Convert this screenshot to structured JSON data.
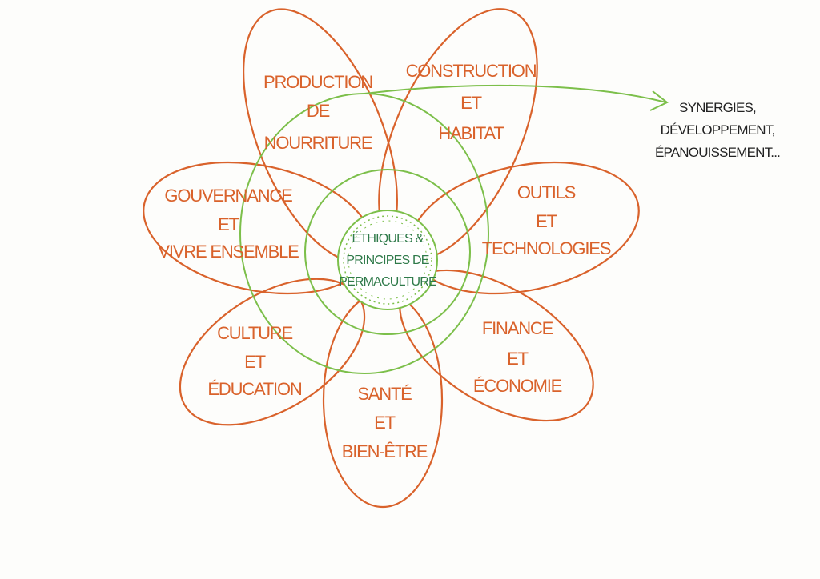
{
  "center": {
    "lines": [
      "ÉTHIQUES &",
      "PRINCIPES DE",
      "PERMACULTURE"
    ]
  },
  "petals": [
    {
      "name": "production",
      "lines": [
        "PRODUCTION",
        "DE",
        "NOURRITURE"
      ]
    },
    {
      "name": "construction",
      "lines": [
        "CONSTRUCTION",
        "ET",
        "HABITAT"
      ]
    },
    {
      "name": "outils",
      "lines": [
        "OUTILS",
        "ET",
        "TECHNOLOGIES"
      ]
    },
    {
      "name": "finance",
      "lines": [
        "FINANCE",
        "ET",
        "ÉCONOMIE"
      ]
    },
    {
      "name": "sante",
      "lines": [
        "SANTÉ",
        "ET",
        "BIEN-ÊTRE"
      ]
    },
    {
      "name": "culture",
      "lines": [
        "CULTURE",
        "ET",
        "ÉDUCATION"
      ]
    },
    {
      "name": "gouvernance",
      "lines": [
        "GOUVERNANCE",
        "ET",
        "VIVRE ENSEMBLE"
      ]
    }
  ],
  "outcome": {
    "lines": [
      "SYNERGIES,",
      "DÉVELOPPEMENT,",
      "ÉPANOUISSEMENT..."
    ]
  },
  "colors": {
    "petal": "#d9622b",
    "green": "#7cbf4a",
    "core_text": "#2f7a4a"
  }
}
